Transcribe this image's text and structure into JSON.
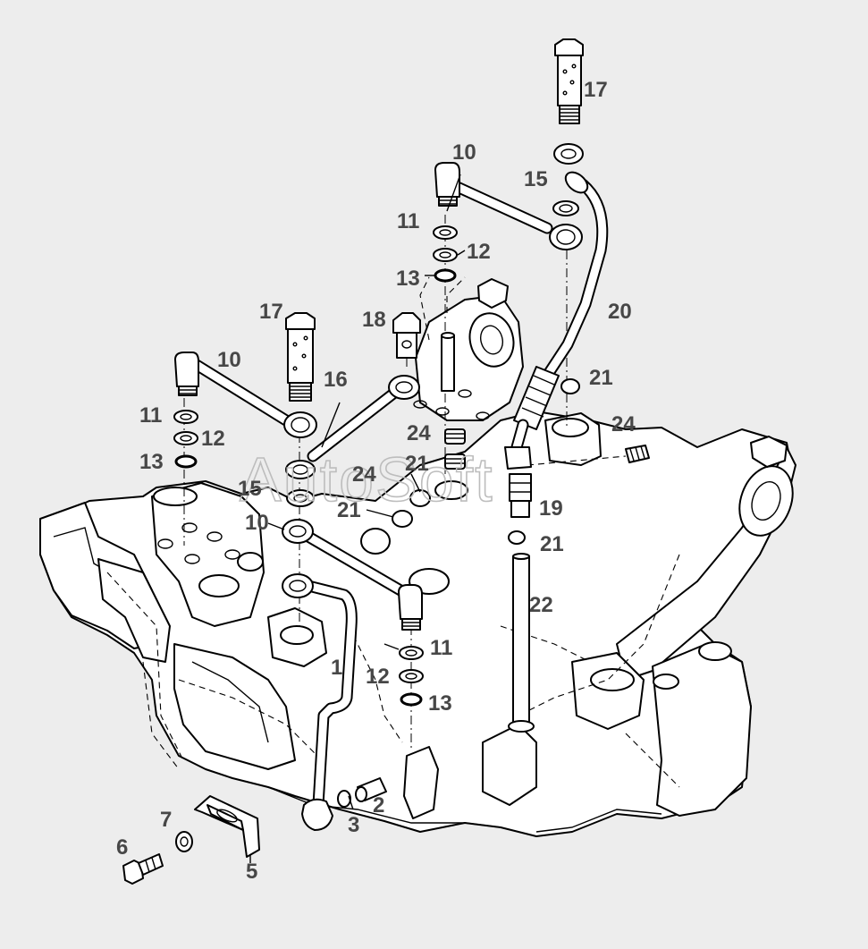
{
  "watermark": "AutoSoft",
  "callouts": [
    {
      "id": "c17a",
      "text": "17"
    },
    {
      "id": "c10a",
      "text": "10"
    },
    {
      "id": "c15a",
      "text": "15"
    },
    {
      "id": "c11a",
      "text": "11"
    },
    {
      "id": "c12a",
      "text": "12"
    },
    {
      "id": "c13a",
      "text": "13"
    },
    {
      "id": "c20",
      "text": "20"
    },
    {
      "id": "c21a",
      "text": "21"
    },
    {
      "id": "c24a",
      "text": "24"
    },
    {
      "id": "c17b",
      "text": "17"
    },
    {
      "id": "c18",
      "text": "18"
    },
    {
      "id": "c10b",
      "text": "10"
    },
    {
      "id": "c16",
      "text": "16"
    },
    {
      "id": "c11b",
      "text": "11"
    },
    {
      "id": "c12b",
      "text": "12"
    },
    {
      "id": "c13b",
      "text": "13"
    },
    {
      "id": "c24b",
      "text": "24"
    },
    {
      "id": "c21b",
      "text": "21"
    },
    {
      "id": "c24c",
      "text": "24"
    },
    {
      "id": "c15b",
      "text": "15"
    },
    {
      "id": "c21c",
      "text": "21"
    },
    {
      "id": "c10c",
      "text": "10"
    },
    {
      "id": "c19",
      "text": "19"
    },
    {
      "id": "c21d",
      "text": "21"
    },
    {
      "id": "c22",
      "text": "22"
    },
    {
      "id": "c11c",
      "text": "11"
    },
    {
      "id": "c1",
      "text": "1"
    },
    {
      "id": "c12c",
      "text": "12"
    },
    {
      "id": "c13c",
      "text": "13"
    },
    {
      "id": "c2",
      "text": "2"
    },
    {
      "id": "c3",
      "text": "3"
    },
    {
      "id": "c7",
      "text": "7"
    },
    {
      "id": "c6",
      "text": "6"
    },
    {
      "id": "c5",
      "text": "5"
    }
  ]
}
